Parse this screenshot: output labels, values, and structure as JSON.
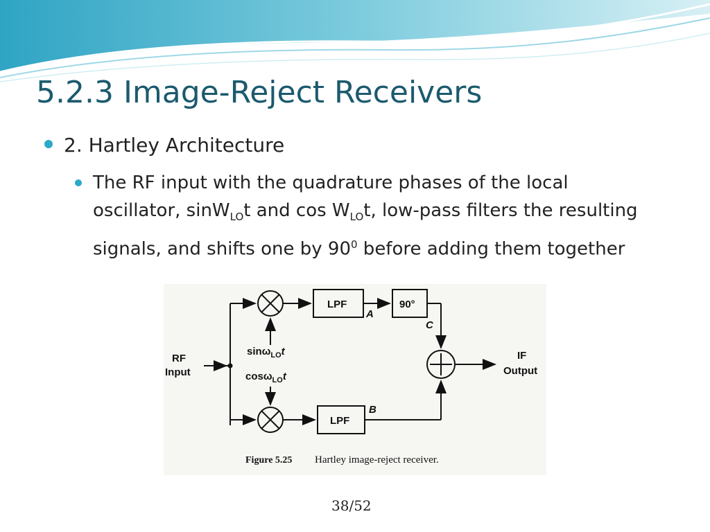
{
  "slide": {
    "title": "5.2.3 Image-Reject Receivers",
    "bullet1": "2. Hartley Architecture",
    "bullet2": {
      "p1": "The RF input with the quadrature phases of the local oscillator, sinW",
      "sub1": "LO",
      "p2": "t and cos W",
      "sub2": "LO",
      "p3": "t, low-pass filters the resulting signals, and shifts one by 90",
      "sup": "0",
      "p4": " before adding them together"
    },
    "page_number": "38/52"
  },
  "figure": {
    "rf_in_1": "RF",
    "rf_in_2": "Input",
    "lpf_top": "LPF",
    "lpf_bottom": "LPF",
    "phase": "90°",
    "node_a": "A",
    "node_b": "B",
    "node_c": "C",
    "sin_a": "sin",
    "sin_b": "ω",
    "sin_sub": "LO",
    "sin_t": "t",
    "cos_a": "cos",
    "cos_b": "ω",
    "cos_sub": "LO",
    "cos_t": "t",
    "if_out_1": "IF",
    "if_out_2": "Output",
    "caption_label": "Figure 5.25",
    "caption_text": "Hartley image-reject receiver."
  },
  "colors": {
    "title": "#1b5a6e",
    "bullet": "#2aa9c9",
    "wave_dark": "#5fbfd6",
    "wave_light": "#bfe6ef"
  }
}
